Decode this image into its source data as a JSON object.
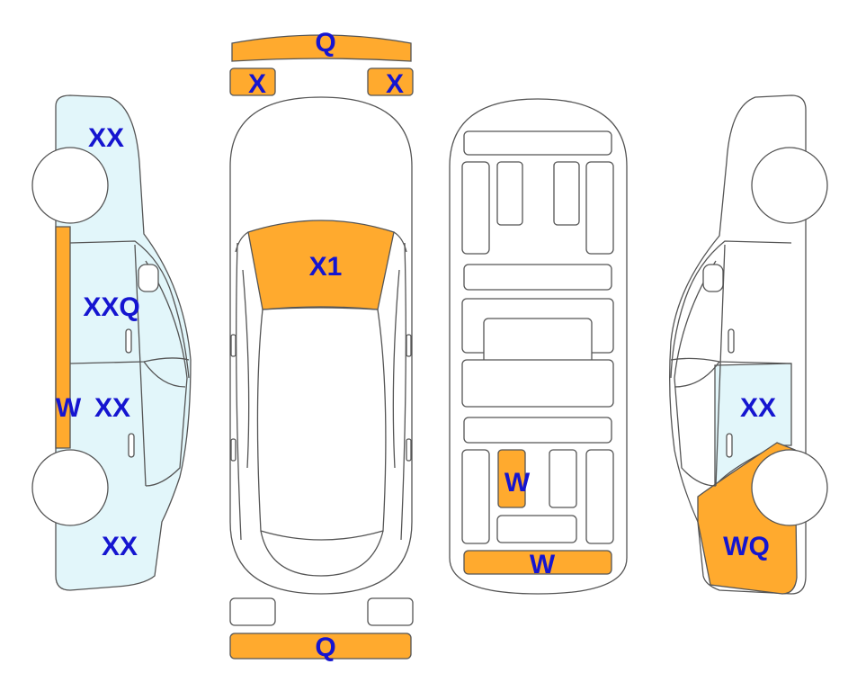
{
  "colors": {
    "damage_orange": "#FFAA2E",
    "damage_lightblue": "#E2F6FA",
    "label_blue": "#1515D0",
    "outline": "#555555"
  },
  "labels": {
    "front_bumper": "Q",
    "front_left_light": "X",
    "front_right_light": "X",
    "hood": "X1",
    "rear_bumper": "Q",
    "left_front_panel": "XX",
    "left_front_door": "XXQ",
    "left_sill": "W",
    "left_rear_door": "XX",
    "left_rear_panel": "XX",
    "floor_seat": "W",
    "floor_rear": "W",
    "right_rear_door": "XX",
    "right_rear_panel": "WQ"
  }
}
